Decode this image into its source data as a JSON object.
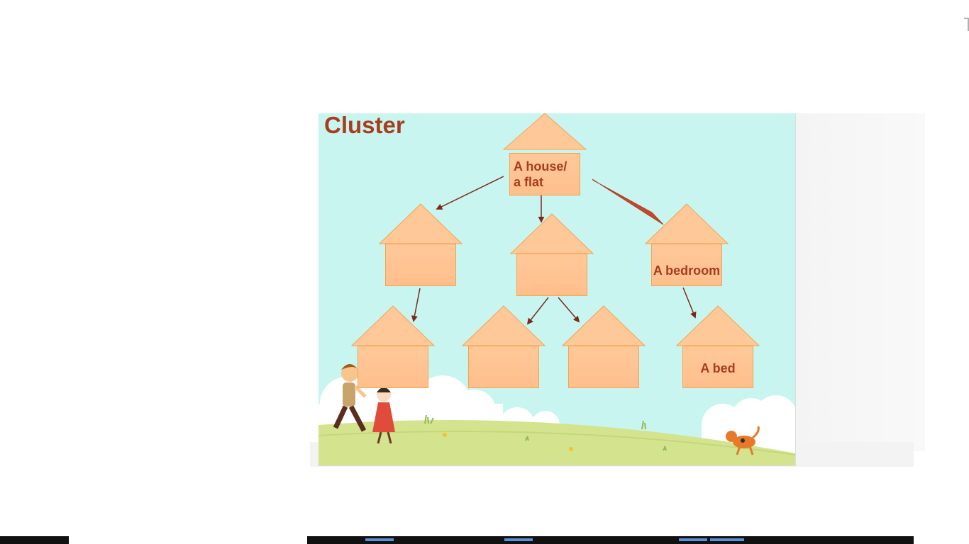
{
  "slide": {
    "title": "Cluster",
    "houses": [
      {
        "id": "root",
        "label_lines": [
          "A house/",
          "a flat"
        ]
      },
      {
        "id": "left",
        "label": ""
      },
      {
        "id": "middle",
        "label": ""
      },
      {
        "id": "bedroom",
        "label": "A bedroom"
      },
      {
        "id": "bottom1",
        "label": ""
      },
      {
        "id": "bottom2",
        "label": ""
      },
      {
        "id": "bottom3",
        "label": ""
      },
      {
        "id": "bed",
        "label": "A bed"
      }
    ]
  },
  "colors": {
    "background": "#c9f5f1",
    "house_fill": "#ffc899",
    "house_stroke": "#f4a44a",
    "text": "#a83c1c",
    "arrow": "#7a2a1a",
    "grass": "#d4e38e"
  }
}
